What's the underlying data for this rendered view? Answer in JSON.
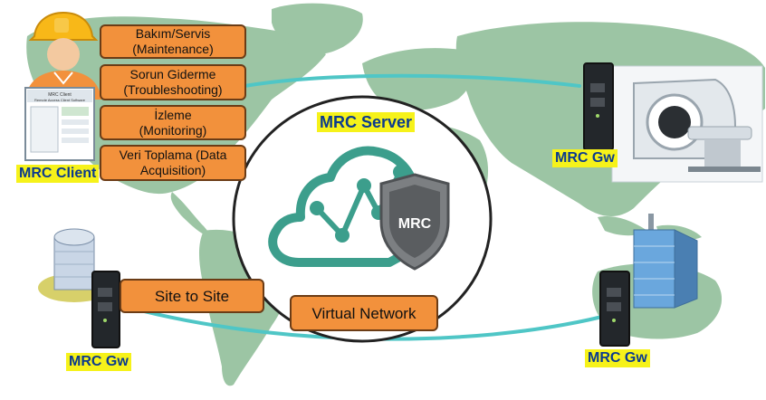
{
  "services": [
    {
      "line1": "Bakım/Servis",
      "line2": "(Maintenance)"
    },
    {
      "line1": "Sorun Giderme",
      "line2": "(Troubleshooting)"
    },
    {
      "line1": "İzleme",
      "line2": "(Monitoring)"
    },
    {
      "line1": "Veri Toplama (Data",
      "line2": "Acquisition)"
    }
  ],
  "client_label": "MRC Client",
  "server_label": "MRC Server",
  "shield_text": "MRC",
  "gw_labels": {
    "top_right": "MRC Gw",
    "left": "MRC Gw",
    "bottom_right": "MRC Gw"
  },
  "links": {
    "site_to_site": "Site to Site",
    "virtual_network": "Virtual Network"
  },
  "screen_caption": {
    "line1": "MRC Client",
    "line2": "Remote Access Client Software"
  },
  "colors": {
    "map": "#9cc5a4",
    "link": "#4fc6c6",
    "cloud": "#3c9e8c",
    "box": "#f2913c",
    "label_bg": "#f6f21a",
    "label_text": "#0b3a8e"
  }
}
